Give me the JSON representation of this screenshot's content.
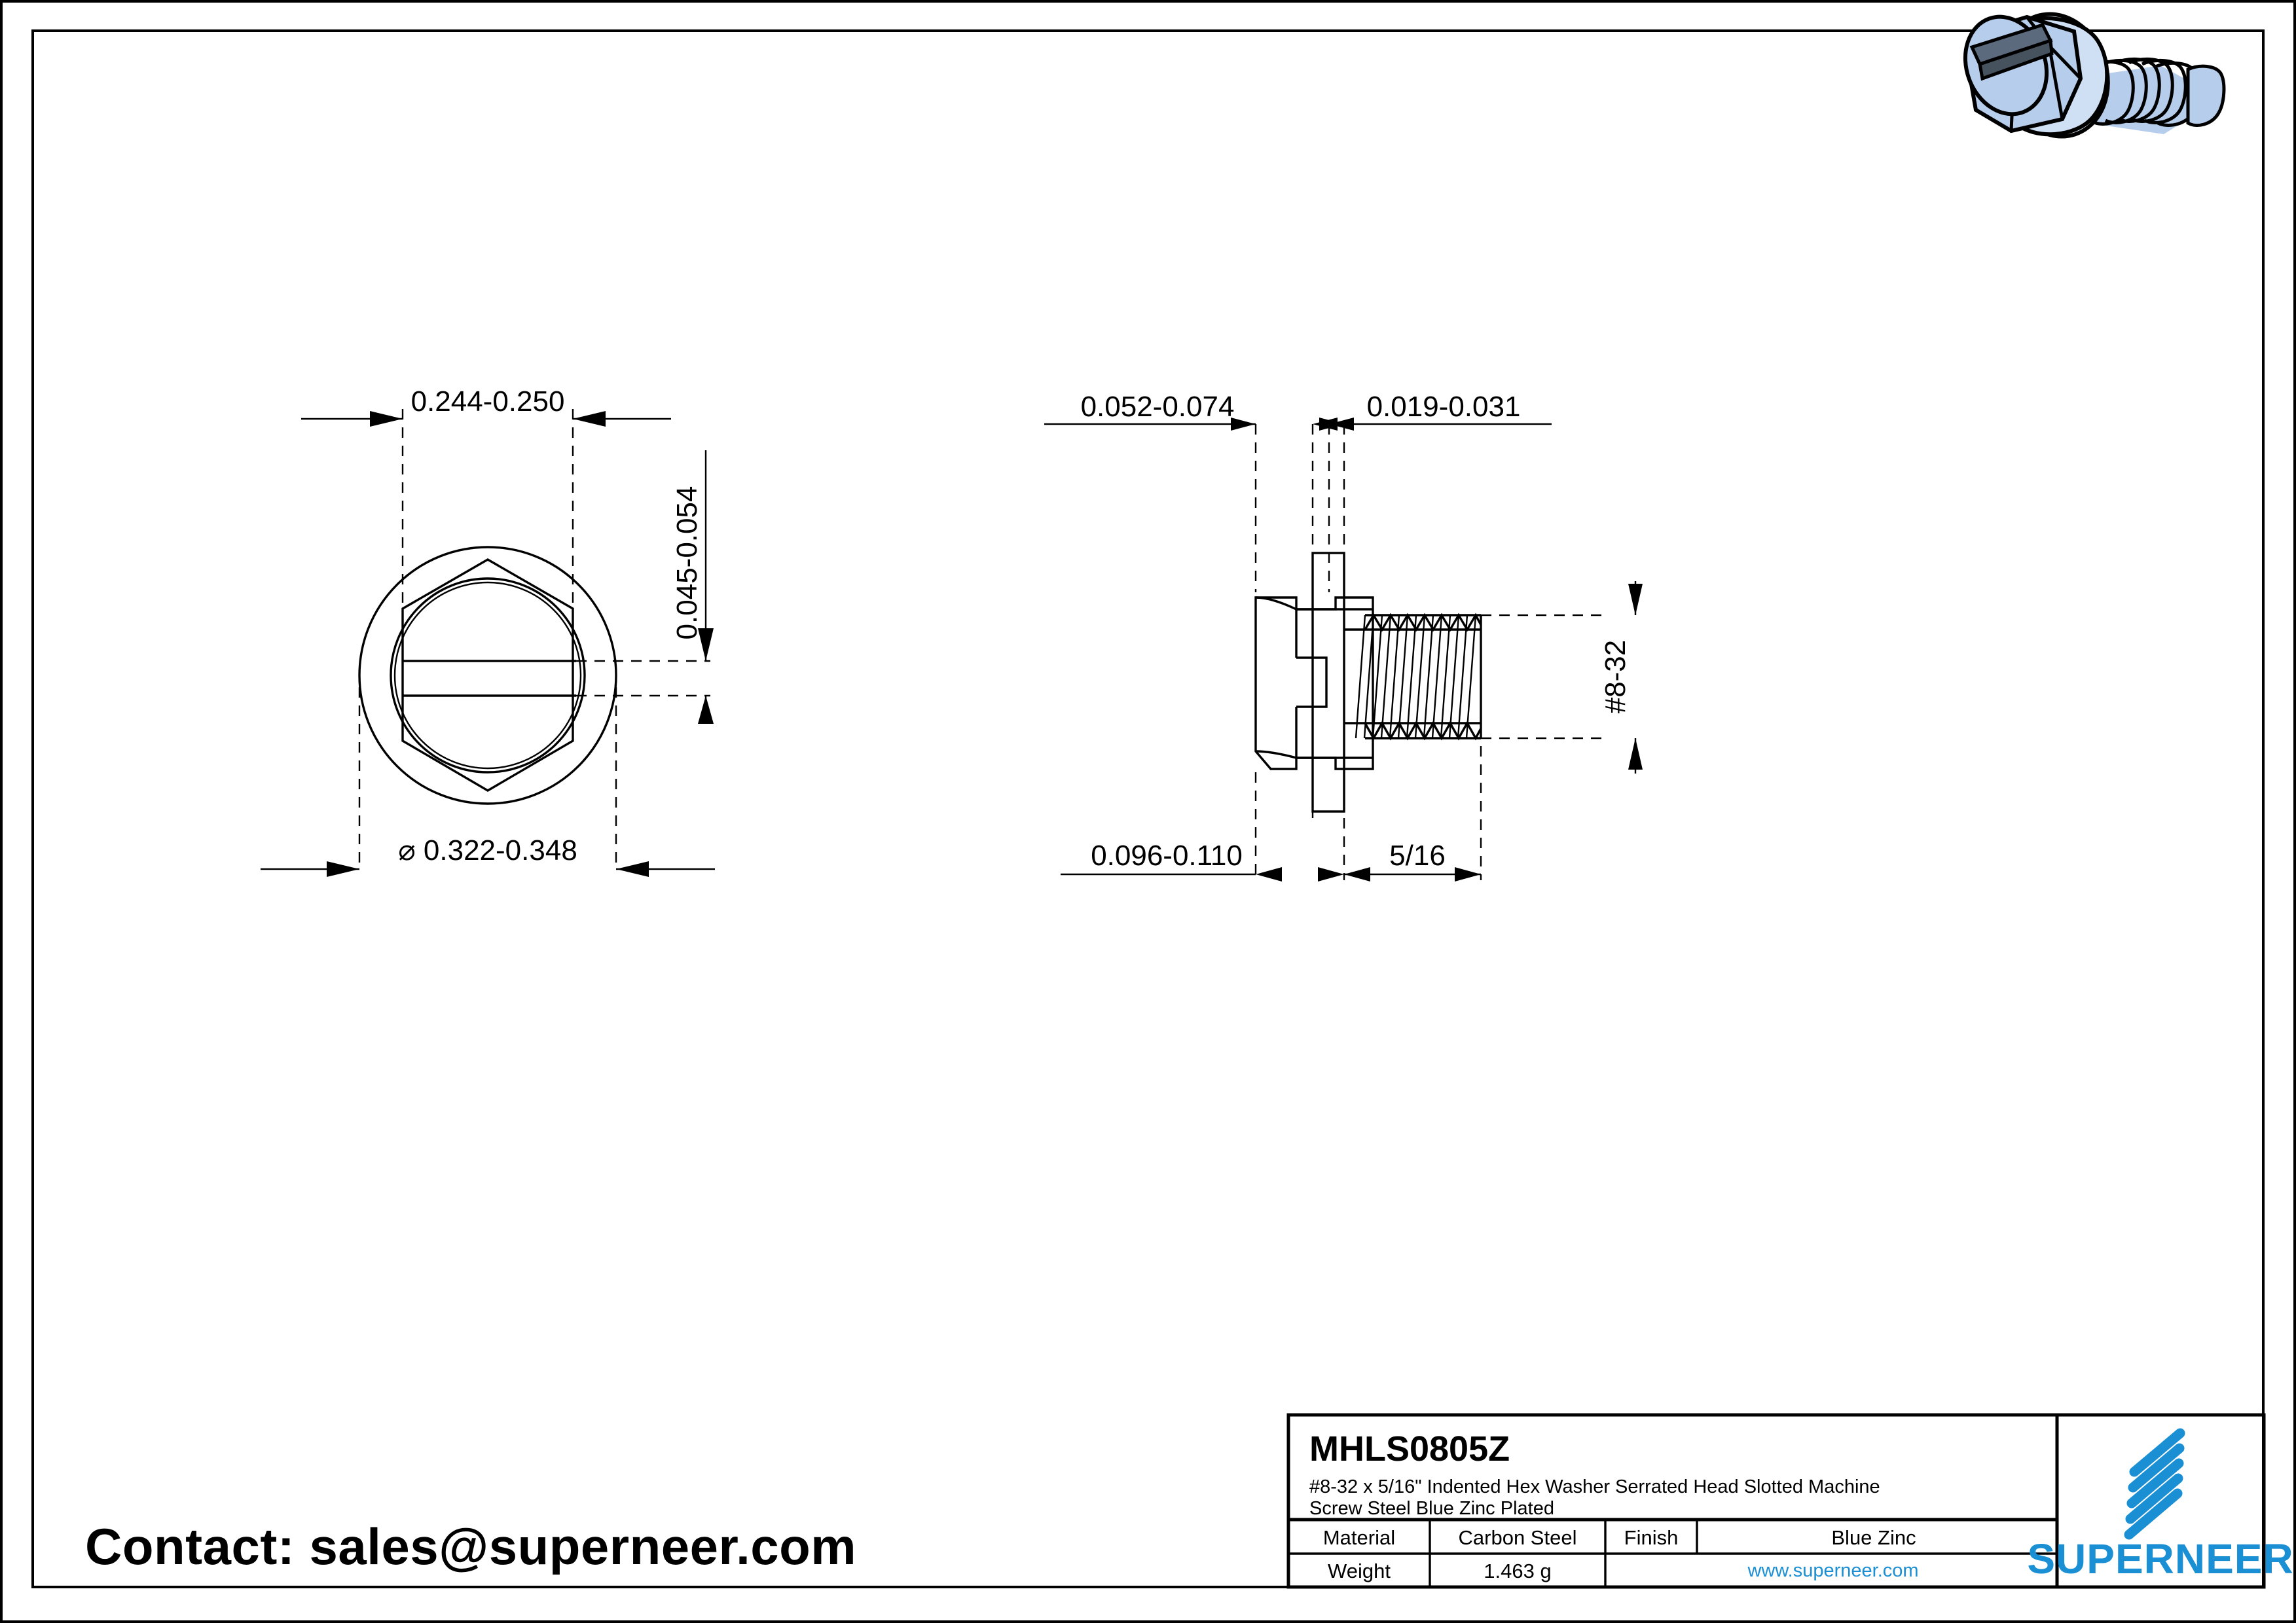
{
  "drawing": {
    "title_block": {
      "part_number": "MHLS0805Z",
      "description": "#8-32 x 5/16\" Indented Hex Washer Serrated Head Slotted Machine Screw Steel Blue Zinc Plated",
      "rows": [
        {
          "label": "Material",
          "value": "Carbon Steel",
          "label2": "Finish",
          "value2": "Blue Zinc"
        },
        {
          "label": "Weight",
          "value": "1.463 g",
          "label2": "",
          "value2": "www.superneer.com"
        }
      ],
      "material_label": "Material",
      "material_value": "Carbon Steel",
      "finish_label": "Finish",
      "finish_value": "Blue Zinc",
      "weight_label": "Weight",
      "weight_value": "1.463 g",
      "website": "www.superneer.com",
      "brand": "SUPERNEER"
    },
    "contact": "Contact: sales@superneer.com",
    "dimensions": {
      "front_width": "0.244-0.250",
      "front_height": "0.045-0.054",
      "front_diameter": "⌀ 0.322-0.348",
      "side_head_height": "0.052-0.074",
      "side_washer_thickness": "0.019-0.031",
      "side_under_head": "0.096-0.110",
      "side_thread_length": "5/16",
      "thread_spec": "#8-32"
    },
    "colors": {
      "brand_blue": "#1a8fd4",
      "link_blue": "#1a8fd4",
      "screw_body": "#b6cdeb",
      "screw_light": "#e4f1fa",
      "screw_slot": "#5b6a7d",
      "line": "#000000"
    },
    "views": {
      "front_view_name": "front-view-screw-head",
      "side_view_name": "side-view-screw",
      "iso_view_name": "isometric-screw-render"
    }
  }
}
